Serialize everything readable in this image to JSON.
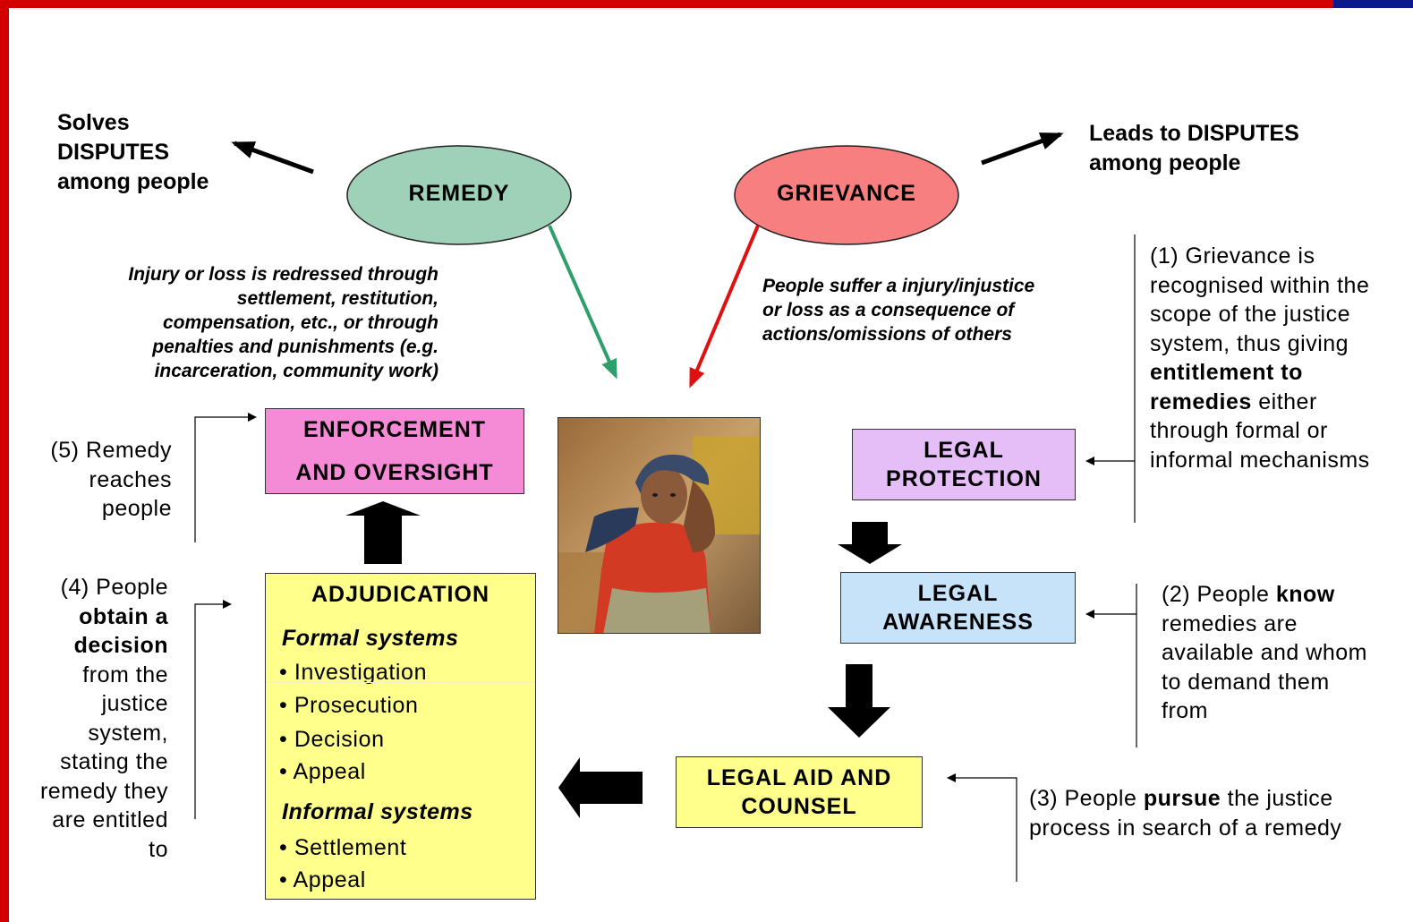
{
  "ellipses": {
    "remedy": "REMEDY",
    "grievance": "GRIEVANCE"
  },
  "top_notes": {
    "solves": [
      "Solves",
      "DISPUTES",
      "among people"
    ],
    "leads": [
      "Leads to DISPUTES",
      "among people"
    ]
  },
  "remedy_description": [
    "Injury or loss is redressed through",
    "settlement, restitution,",
    "compensation, etc., or through",
    "penalties and punishments (e.g.",
    "incarceration, community work)"
  ],
  "grievance_description": [
    "People suffer a injury/injustice",
    "or loss as a consequence of",
    "actions/omissions of others"
  ],
  "boxes": {
    "enforcement": [
      "ENFORCEMENT",
      "AND OVERSIGHT"
    ],
    "legal_protection": [
      "LEGAL",
      "PROTECTION"
    ],
    "legal_awareness": [
      "LEGAL",
      "AWARENESS"
    ],
    "legal_aid": [
      "LEGAL AID AND",
      "COUNSEL"
    ]
  },
  "adjudication": {
    "title": "ADJUDICATION",
    "formal_label": "Formal systems",
    "formal_items": [
      "• Investigation",
      "• Prosecution",
      "• Decision",
      "• Appeal"
    ],
    "informal_label": "Informal systems",
    "informal_items": [
      "• Settlement",
      "• Appeal"
    ]
  },
  "steps": {
    "step1": {
      "pre": "(1) Grievance is recognised within the scope of the justice system, thus giving",
      "bold": "entitlement to remedies",
      "post": "either through formal or informal mechanisms"
    },
    "step2": {
      "pre": "(2) People",
      "bold": "know",
      "post": "remedies are available and whom to demand them from"
    },
    "step3": {
      "pre": "(3) People",
      "bold": "pursue",
      "post": "the justice process in search of a remedy"
    },
    "step4": {
      "pre": "(4) People",
      "bold": "obtain a decision",
      "post": "from the justice system, stating the remedy they are entitled to"
    },
    "step5": {
      "text": "(5) Remedy reaches people"
    }
  },
  "colors": {
    "frame_red": "#d40000",
    "frame_blue": "#0a1a8c",
    "remedy_fill": "#9fd0b8",
    "grievance_fill": "#f87f7f",
    "remedy_arrow": "#2e9e6a",
    "grievance_arrow": "#e01010",
    "enforcement_fill": "#f58ad7",
    "protection_fill": "#e5bdf7",
    "awareness_fill": "#c7e3f9",
    "yellow_fill": "#ffff8c"
  }
}
